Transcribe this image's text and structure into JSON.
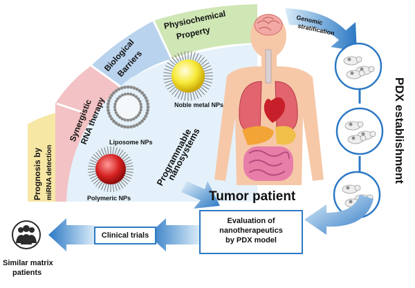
{
  "arc_bands": {
    "prognosis_line1": "Prognosis by",
    "prognosis_line2": "miRNA detection",
    "rna_line1": "Synergistic",
    "rna_line2": "RNA therapy",
    "barriers_line1": "Biological",
    "barriers_line2": "Barriers",
    "property_line1": "Physiochemical",
    "property_line2": "Property"
  },
  "nanoparticles": {
    "noble": "Noble metal NPs",
    "liposome": "Liposome NPs",
    "polymeric": "Polymeric NPs"
  },
  "nanosystems_line1": "Programmable",
  "nanosystems_line2": "nanosystems",
  "patient_title": "Tumor patient",
  "genomic_line1": "Genomic",
  "genomic_line2": "stratification",
  "pdx_title": "PDX establishment",
  "evaluation": {
    "line1": "Evaluation of",
    "line2": "nanotherapeutics",
    "line3": "by PDX model"
  },
  "clinical_trials": "Clinical trials",
  "similar_line1": "Similar matrix",
  "similar_line2": "patients",
  "icons": {
    "brain": "brain-icon",
    "human_body": "human-body-icon",
    "mouse": "mouse-icon",
    "patients": "patients-group-icon"
  },
  "colors": {
    "band_yellow": "#f7e7a4",
    "band_pink": "#f3c2c4",
    "band_blue": "#b9d3ee",
    "band_green": "#cfe6b5",
    "inner_blue": "#e4f1fa",
    "arrow_blue": "#2b78c4",
    "skin": "#f6c8a8"
  }
}
